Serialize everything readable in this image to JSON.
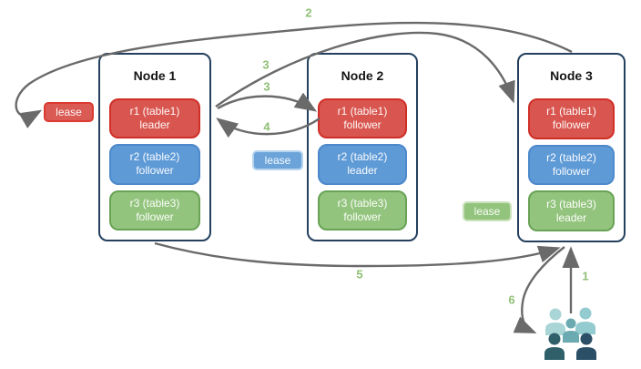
{
  "nodes": [
    {
      "title": "Node 1",
      "replicas": [
        {
          "label": "r1 (table1)",
          "role": "leader"
        },
        {
          "label": "r2 (table2)",
          "role": "follower"
        },
        {
          "label": "r3 (table3)",
          "role": "follower"
        }
      ]
    },
    {
      "title": "Node 2",
      "replicas": [
        {
          "label": "r1 (table1)",
          "role": "follower"
        },
        {
          "label": "r2 (table2)",
          "role": "leader"
        },
        {
          "label": "r3 (table3)",
          "role": "follower"
        }
      ]
    },
    {
      "title": "Node 3",
      "replicas": [
        {
          "label": "r1 (table1)",
          "role": "follower"
        },
        {
          "label": "r2 (table2)",
          "role": "follower"
        },
        {
          "label": "r3 (table3)",
          "role": "leader"
        }
      ]
    }
  ],
  "leases": [
    {
      "label": "lease",
      "color": "red"
    },
    {
      "label": "lease",
      "color": "blue"
    },
    {
      "label": "lease",
      "color": "green"
    }
  ],
  "step_labels": [
    "2",
    "3",
    "3",
    "4",
    "5",
    "1",
    "6"
  ],
  "icons": {
    "users": "users-group-icon"
  },
  "colors": {
    "replica_red": "#d8564f",
    "replica_red_border": "#d02f28",
    "replica_blue": "#5e9ad6",
    "replica_blue_border": "#4d89cb",
    "replica_green": "#93c47d",
    "replica_green_border": "#69a356",
    "node_border": "#24405e",
    "arrow": "#6a6a6a",
    "step_label": "#8fbf75",
    "users_light_teal": "#a9d5d6",
    "users_mid_teal": "#6baab0",
    "users_dark_teal": "#2f6069",
    "users_dark_navy": "#2b4f66"
  }
}
